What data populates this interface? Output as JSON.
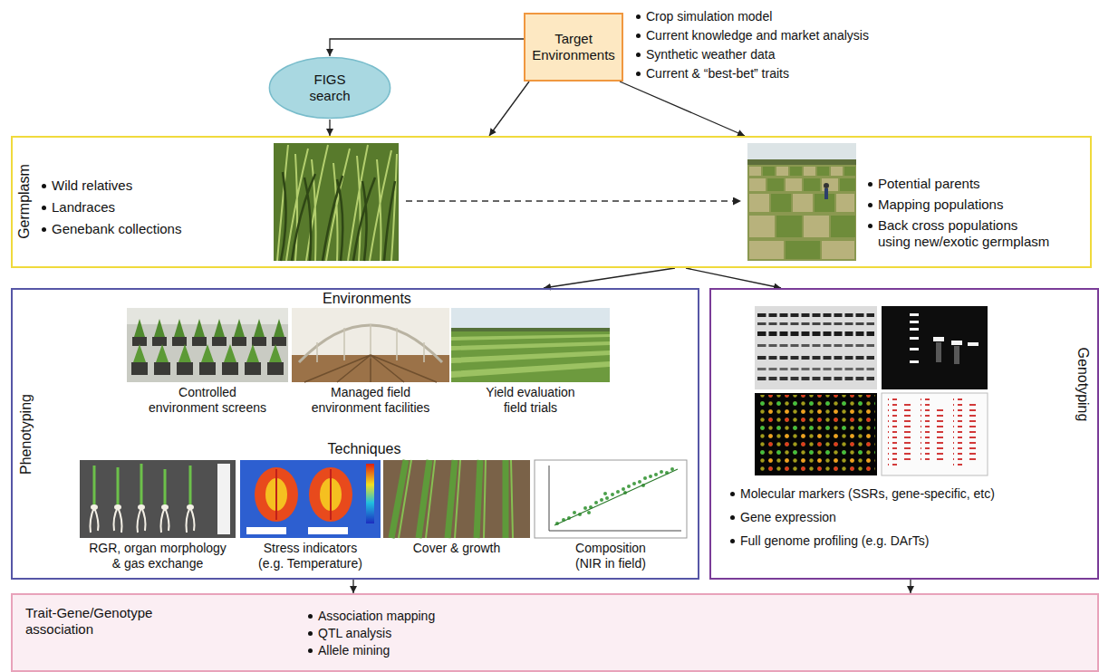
{
  "diagram": {
    "nodes": [
      {
        "text": [
          "Target Environments"
        ]
      },
      {
        "text": [
          "FIGS search"
        ]
      },
      {
        "text": [
          "Germplasm",
          "Wild relatives",
          "Landraces",
          "Genebank collections",
          "Potential parents",
          "Mapping populations",
          "Back cross populations using new/exotic germplasm"
        ]
      },
      {
        "text": [
          "Phenotyping",
          "Environments",
          "Techniques"
        ]
      },
      {
        "text": [
          "Controlled environment screens"
        ],
        "in": 3
      },
      {
        "text": [
          "Managed field environment facilities"
        ],
        "in": 3
      },
      {
        "text": [
          "Yield evaluation field trials"
        ],
        "in": 3
      },
      {
        "text": [
          "RGR, organ morphology & gas exchange"
        ],
        "in": 3
      },
      {
        "text": [
          "Stress indicators (e.g. Temperature)"
        ],
        "in": 3
      },
      {
        "text": [
          "Cover & growth"
        ],
        "in": 3
      },
      {
        "text": [
          "Composition (NIR in field)"
        ],
        "in": 3
      },
      {
        "text": [
          "Genotyping",
          "Molecular markers (SSRs, gene-specific, etc)",
          "Gene expression",
          "Full genome profiling (e.g. DArTs)"
        ]
      },
      {
        "text": [
          "Trait-Gene/Genotype association",
          "Association mapping",
          "QTL analysis",
          "Allele mining"
        ]
      }
    ],
    "edges": [
      {
        "from": 0,
        "to": 1,
        "arrow": "to"
      },
      {
        "from": 1,
        "to": 2,
        "arrow": "to"
      },
      {
        "from": 0,
        "to": 2,
        "arrow": "to"
      },
      {
        "from": 0,
        "to": 2,
        "arrow": "to"
      },
      {
        "from": 2,
        "to": 3,
        "arrow": "to"
      },
      {
        "from": 2,
        "to": 11,
        "arrow": "to"
      },
      {
        "from": 3,
        "to": 12,
        "arrow": "to"
      },
      {
        "from": 11,
        "to": 12,
        "arrow": "to"
      }
    ],
    "labels": [
      "Crop simulation model",
      "Current knowledge and market analysis",
      "Synthetic weather data",
      "Current & “best-bet” traits"
    ]
  }
}
